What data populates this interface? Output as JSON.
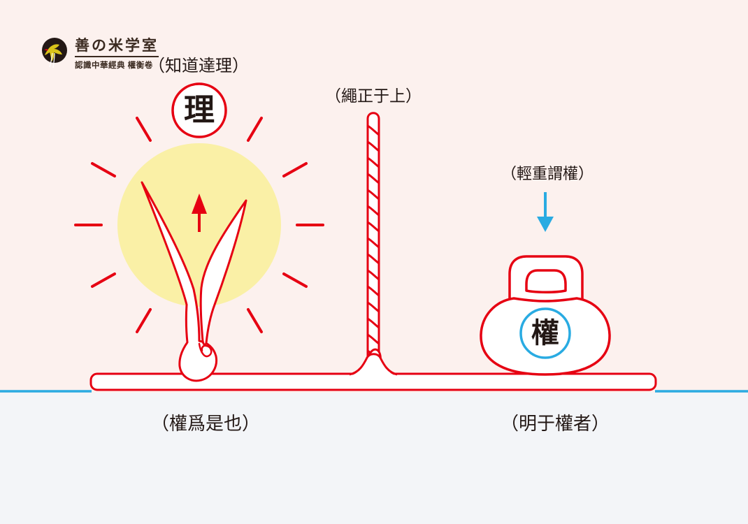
{
  "logo": {
    "title": "善の米学室",
    "subtitle": "認識中華經典 權衡卷",
    "icon": "swallow-bird-icon"
  },
  "annotations": {
    "understanding": "（知道達理）",
    "rope": "（繩正于上）",
    "weighing": "（輕重謂權）",
    "bottom_left": "（權爲是也）",
    "bottom_right": "（明于權者）"
  },
  "symbols": {
    "reason": "理",
    "weight": "權"
  },
  "icons": {
    "logo": "swallow-bird-icon",
    "sun": "sun-rays-icon",
    "sprout": "sprout-icon",
    "rope": "twisted-rope-icon",
    "weight": "kettlebell-weight-icon",
    "grow": "up-arrow-icon",
    "press": "down-arrow-icon"
  },
  "colors": {
    "outline_red": "#E60012",
    "accent_blue": "#29ABE2",
    "sun_yellow": "#FAF0A6",
    "background_top": "#FCF1EE",
    "background_bottom": "#F3F5F8",
    "ink": "#231815"
  }
}
